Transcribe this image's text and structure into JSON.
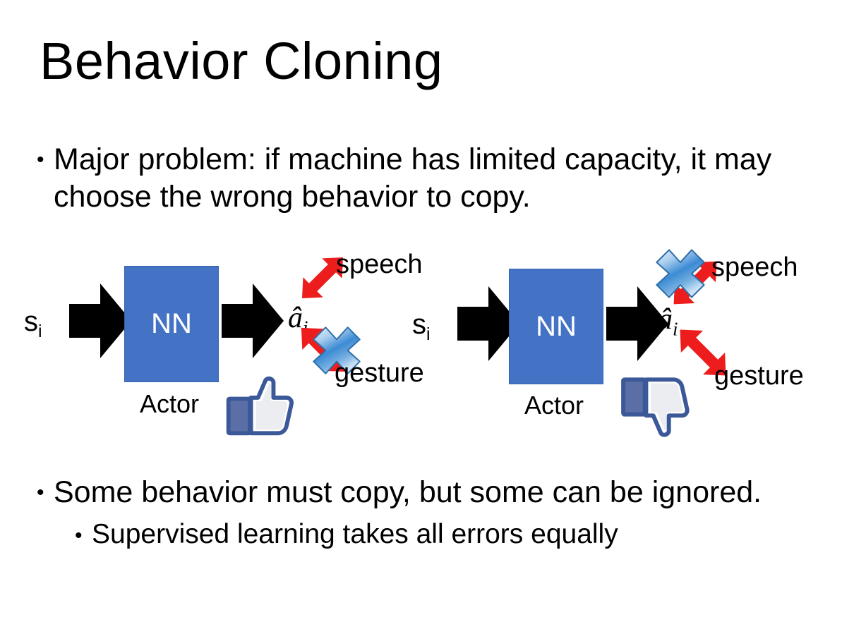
{
  "slide": {
    "title": "Behavior Cloning",
    "background_color": "#FFFFFF",
    "text_color": "#000000"
  },
  "bullets": {
    "top": "Major problem: if machine has limited capacity, it may choose the wrong behavior to copy.",
    "bottom_level1": "Some behavior must copy, but some can be ignored.",
    "bottom_level2": "Supervised learning takes all errors equally",
    "marker": "•"
  },
  "colors": {
    "nn_box_fill": "#4472C4",
    "nn_box_border": "#3763AE",
    "arrow_black": "#000000",
    "arrow_red": "#EE1D1D",
    "x_blue_light": "#BBD6F2",
    "x_blue_mid": "#4E95D9",
    "x_blue_dark": "#2E6DA8",
    "thumb_outline": "#3B5998",
    "thumb_cuff": "#5B6FA6",
    "thumb_fill": "#FFFFFF",
    "thumb_shade": "#DDE0E6"
  },
  "diagrams": [
    {
      "id": "left",
      "state_label": "s",
      "state_subscript": "i",
      "nn_label": "NN",
      "actor_label": "Actor",
      "action_label": "â",
      "action_subscript": "i",
      "output_top_label": "speech",
      "output_bottom_label": "gesture",
      "crossed_out_output": "gesture",
      "verdict_icon": "thumbs-up-icon",
      "verdict": "approved"
    },
    {
      "id": "right",
      "state_label": "s",
      "state_subscript": "i",
      "nn_label": "NN",
      "actor_label": "Actor",
      "action_label": "â",
      "action_subscript": "i",
      "output_top_label": "speech",
      "output_bottom_label": "gesture",
      "crossed_out_output": "speech",
      "verdict_icon": "thumbs-down-icon",
      "verdict": "rejected"
    }
  ]
}
